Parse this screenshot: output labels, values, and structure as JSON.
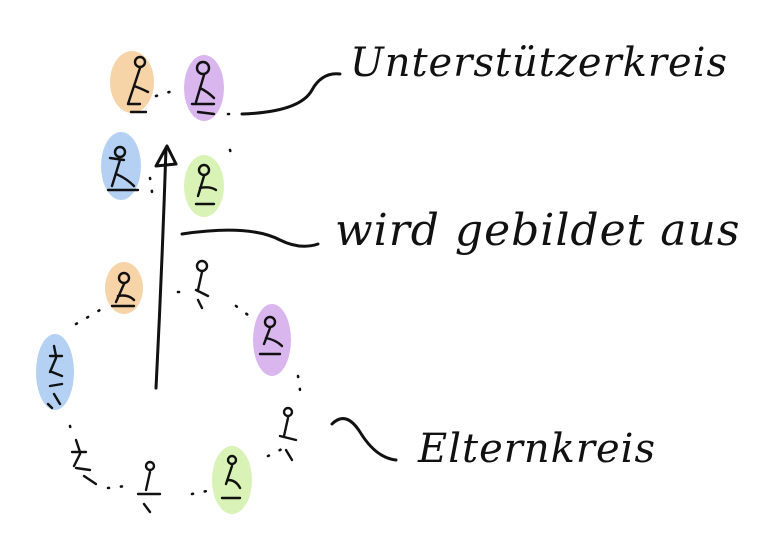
{
  "labels": {
    "support_circle": "Unterstützerkreis",
    "formed_from": "wird gebildet aus",
    "parent_circle": "Elternkreis"
  },
  "colors": {
    "orange": "#f7d3a8",
    "purple": "#d9b6ee",
    "blue": "#b4d0f3",
    "green": "#d9f2b6",
    "ink": "#111111"
  },
  "figures": {
    "support_circle": [
      "orange",
      "purple",
      "blue",
      "green"
    ],
    "parent_circle": [
      "orange",
      "blue",
      "plain",
      "purple",
      "plain",
      "plain",
      "plain",
      "green"
    ]
  }
}
